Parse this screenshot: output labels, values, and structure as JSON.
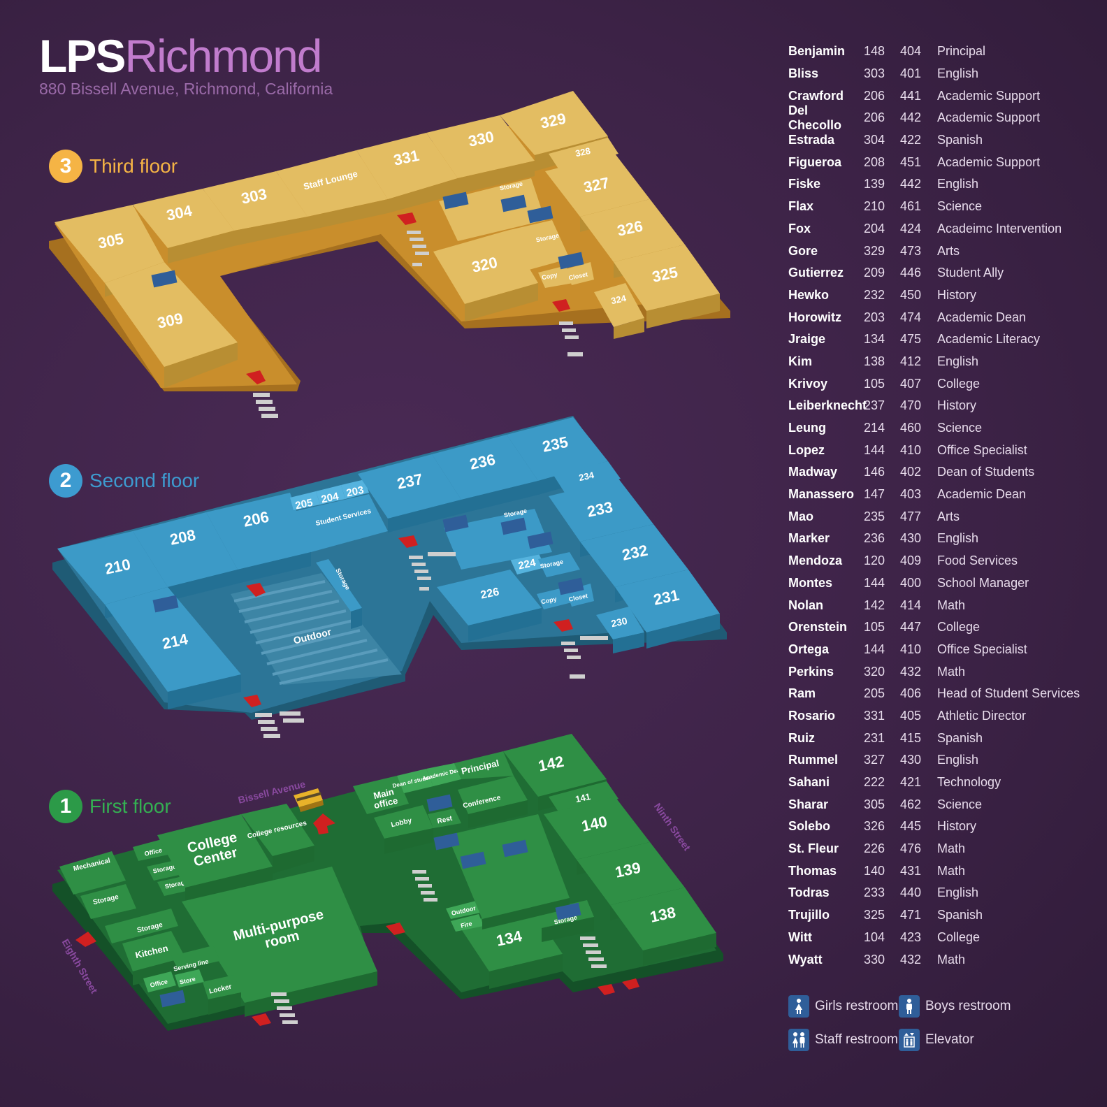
{
  "header": {
    "logo_bold": "LPS",
    "logo_light": "Richmond",
    "address": "880 Bissell Avenue, Richmond, California"
  },
  "floors": [
    {
      "number": "3",
      "name": "Third floor",
      "color": "#f5b445"
    },
    {
      "number": "2",
      "name": "Second floor",
      "color": "#3d9bd0"
    },
    {
      "number": "1",
      "name": "First floor",
      "color": "#2c9a48"
    }
  ],
  "floor3_rooms": [
    "305",
    "304",
    "303",
    "Staff Lounge",
    "331",
    "330",
    "329",
    "328",
    "327",
    "326",
    "325",
    "324",
    "320",
    "309",
    "Storage",
    "Storage",
    "Copy",
    "Closet"
  ],
  "floor2_rooms": [
    "210",
    "208",
    "206",
    "205",
    "204",
    "203",
    "Student Services",
    "237",
    "236",
    "235",
    "234",
    "233",
    "232",
    "231",
    "230",
    "226",
    "224",
    "214",
    "Storage",
    "Storage",
    "Storage",
    "Copy",
    "Closet",
    "Outdoor"
  ],
  "floor1_rooms": [
    "Mechanical",
    "Office",
    "Storage",
    "Storage",
    "Storage",
    "College Center",
    "College resources",
    "Main office",
    "Dean of students",
    "Academic Dean",
    "Principal",
    "Lobby",
    "Rest",
    "Conference",
    "142",
    "141",
    "140",
    "139",
    "138",
    "134",
    "Multi-purpose room",
    "Kitchen",
    "Serving line",
    "Office",
    "Store",
    "Locker",
    "Storage",
    "Outdoor",
    "Fire",
    "Storage"
  ],
  "streets": {
    "bissell": "Bissell Avenue",
    "ninth": "Ninth Street",
    "eighth": "Eighth Street"
  },
  "directory": [
    [
      "Benjamin",
      "148",
      "404",
      "Principal"
    ],
    [
      "Bliss",
      "303",
      "401",
      "English"
    ],
    [
      "Crawford",
      "206",
      "441",
      "Academic Support"
    ],
    [
      "Del Checollo",
      "206",
      "442",
      "Academic Support"
    ],
    [
      "Estrada",
      "304",
      "422",
      "Spanish"
    ],
    [
      "Figueroa",
      "208",
      "451",
      "Academic Support"
    ],
    [
      "Fiske",
      "139",
      "442",
      "English"
    ],
    [
      "Flax",
      "210",
      "461",
      "Science"
    ],
    [
      "Fox",
      "204",
      "424",
      "Acadeimc Intervention"
    ],
    [
      "Gore",
      "329",
      "473",
      "Arts"
    ],
    [
      "Gutierrez",
      "209",
      "446",
      "Student Ally"
    ],
    [
      "Hewko",
      "232",
      "450",
      "History"
    ],
    [
      "Horowitz",
      "203",
      "474",
      "Academic Dean"
    ],
    [
      "Jraige",
      "134",
      "475",
      "Academic Literacy"
    ],
    [
      "Kim",
      "138",
      "412",
      "English"
    ],
    [
      "Krivoy",
      "105",
      "407",
      "College"
    ],
    [
      "Leiberknecht",
      "237",
      "470",
      "History"
    ],
    [
      "Leung",
      "214",
      "460",
      "Science"
    ],
    [
      "Lopez",
      "144",
      "410",
      "Office Specialist"
    ],
    [
      "Madway",
      "146",
      "402",
      "Dean of Students"
    ],
    [
      "Manassero",
      "147",
      "403",
      "Academic Dean"
    ],
    [
      "Mao",
      "235",
      "477",
      "Arts"
    ],
    [
      "Marker",
      "236",
      "430",
      "English"
    ],
    [
      "Mendoza",
      "120",
      "409",
      "Food Services"
    ],
    [
      "Montes",
      "144",
      "400",
      "School Manager"
    ],
    [
      "Nolan",
      "142",
      "414",
      "Math"
    ],
    [
      "Orenstein",
      "105",
      "447",
      "College"
    ],
    [
      "Ortega",
      "144",
      "410",
      "Office Specialist"
    ],
    [
      "Perkins",
      "320",
      "432",
      "Math"
    ],
    [
      "Ram",
      "205",
      "406",
      "Head of Student Services"
    ],
    [
      "Rosario",
      "331",
      "405",
      "Athletic Director"
    ],
    [
      "Ruiz",
      "231",
      "415",
      "Spanish"
    ],
    [
      "Rummel",
      "327",
      "430",
      "English"
    ],
    [
      "Sahani",
      "222",
      "421",
      "Technology"
    ],
    [
      "Sharar",
      "305",
      "462",
      "Science"
    ],
    [
      "Solebo",
      "326",
      "445",
      "History"
    ],
    [
      "St. Fleur",
      "226",
      "476",
      "Math"
    ],
    [
      "Thomas",
      "140",
      "431",
      "Math"
    ],
    [
      "Todras",
      "233",
      "440",
      "English"
    ],
    [
      "Trujillo",
      "325",
      "471",
      "Spanish"
    ],
    [
      "Witt",
      "104",
      "423",
      "College"
    ],
    [
      "Wyatt",
      "330",
      "432",
      "Math"
    ]
  ],
  "legend": {
    "girls": "Girls restroom",
    "boys": "Boys restroom",
    "staff": "Staff restroom",
    "elevator": "Elevator",
    "icon_color": "#2f5e99"
  }
}
